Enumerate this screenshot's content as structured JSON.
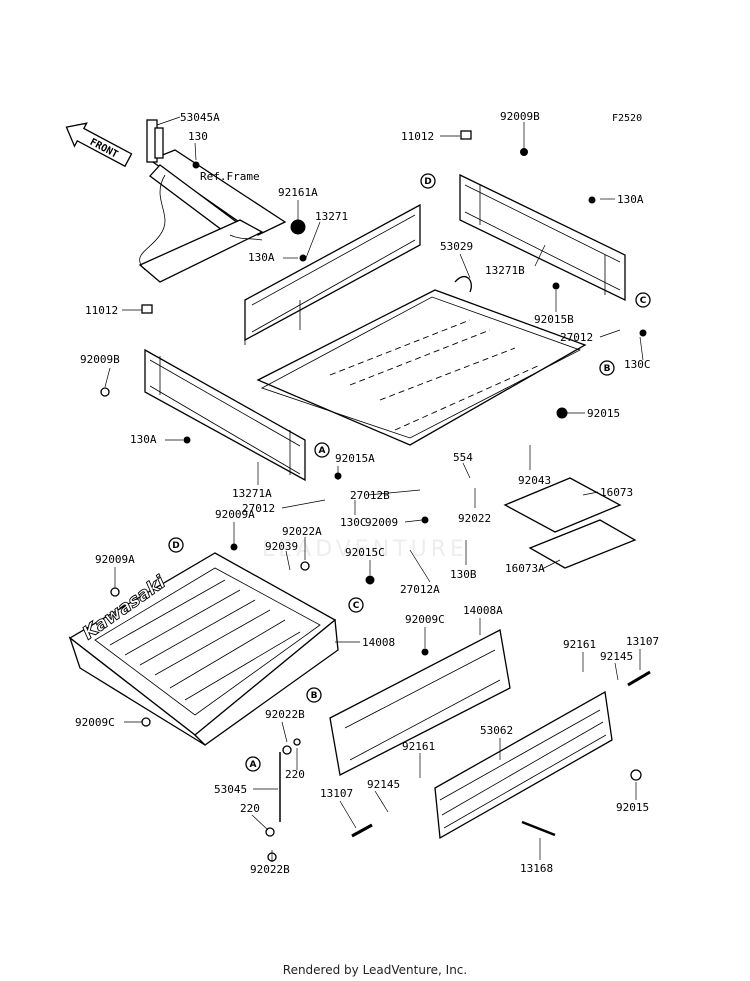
{
  "drawing_code": "F2520",
  "footer": "Rendered by LeadVenture, Inc.",
  "watermark": "LEADVENTURE",
  "direction_arrow": "FRONT",
  "brand_mark": "Kawasaki",
  "ref_frame": "Ref.Frame",
  "colors": {
    "line": "#000000",
    "background": "#ffffff"
  },
  "labels": [
    {
      "id": "53045A",
      "text": "53045A"
    },
    {
      "id": "130",
      "text": "130"
    },
    {
      "id": "92161A",
      "text": "92161A"
    },
    {
      "id": "11012-top",
      "text": "11012"
    },
    {
      "id": "92009B-top",
      "text": "92009B"
    },
    {
      "id": "130A-top-right",
      "text": "130A"
    },
    {
      "id": "13271",
      "text": "13271"
    },
    {
      "id": "130A-mid",
      "text": "130A"
    },
    {
      "id": "53029",
      "text": "53029"
    },
    {
      "id": "13271B",
      "text": "13271B"
    },
    {
      "id": "92015B",
      "text": "92015B"
    },
    {
      "id": "27012-right",
      "text": "27012"
    },
    {
      "id": "130C-right",
      "text": "130C"
    },
    {
      "id": "11012-left",
      "text": "11012"
    },
    {
      "id": "92009B-left",
      "text": "92009B"
    },
    {
      "id": "92015-right",
      "text": "92015"
    },
    {
      "id": "130A-left",
      "text": "130A"
    },
    {
      "id": "13271A",
      "text": "13271A"
    },
    {
      "id": "92015A",
      "text": "92015A"
    },
    {
      "id": "554",
      "text": "554"
    },
    {
      "id": "92043",
      "text": "92043"
    },
    {
      "id": "27012B",
      "text": "27012B"
    },
    {
      "id": "27012-left",
      "text": "27012"
    },
    {
      "id": "130C-mid",
      "text": "130C"
    },
    {
      "id": "16073",
      "text": "16073"
    },
    {
      "id": "92009A-top",
      "text": "92009A"
    },
    {
      "id": "92009",
      "text": "92009"
    },
    {
      "id": "92022",
      "text": "92022"
    },
    {
      "id": "92022A",
      "text": "92022A"
    },
    {
      "id": "92039",
      "text": "92039"
    },
    {
      "id": "92015C",
      "text": "92015C"
    },
    {
      "id": "92009A-left",
      "text": "92009A"
    },
    {
      "id": "27012A",
      "text": "27012A"
    },
    {
      "id": "130B",
      "text": "130B"
    },
    {
      "id": "16073A",
      "text": "16073A"
    },
    {
      "id": "14008A",
      "text": "14008A"
    },
    {
      "id": "92009C-right",
      "text": "92009C"
    },
    {
      "id": "14008",
      "text": "14008"
    },
    {
      "id": "92161-top",
      "text": "92161"
    },
    {
      "id": "13107-top",
      "text": "13107"
    },
    {
      "id": "92145-top",
      "text": "92145"
    },
    {
      "id": "92009C-left",
      "text": "92009C"
    },
    {
      "id": "92022B-top",
      "text": "92022B"
    },
    {
      "id": "220-top",
      "text": "220"
    },
    {
      "id": "92161-mid",
      "text": "92161"
    },
    {
      "id": "53062",
      "text": "53062"
    },
    {
      "id": "53045",
      "text": "53045"
    },
    {
      "id": "92145-bottom",
      "text": "92145"
    },
    {
      "id": "220-bottom",
      "text": "220"
    },
    {
      "id": "13107-bottom",
      "text": "13107"
    },
    {
      "id": "92015-bottom",
      "text": "92015"
    },
    {
      "id": "92022B-bottom",
      "text": "92022B"
    },
    {
      "id": "13168",
      "text": "13168"
    }
  ],
  "callouts": [
    {
      "id": "D-top",
      "letter": "D"
    },
    {
      "id": "C-right",
      "letter": "C"
    },
    {
      "id": "B-right",
      "letter": "B"
    },
    {
      "id": "A-left",
      "letter": "A"
    },
    {
      "id": "D-bed",
      "letter": "D"
    },
    {
      "id": "C-bed",
      "letter": "C"
    },
    {
      "id": "B-bed",
      "letter": "B"
    },
    {
      "id": "A-bottom",
      "letter": "A"
    }
  ]
}
